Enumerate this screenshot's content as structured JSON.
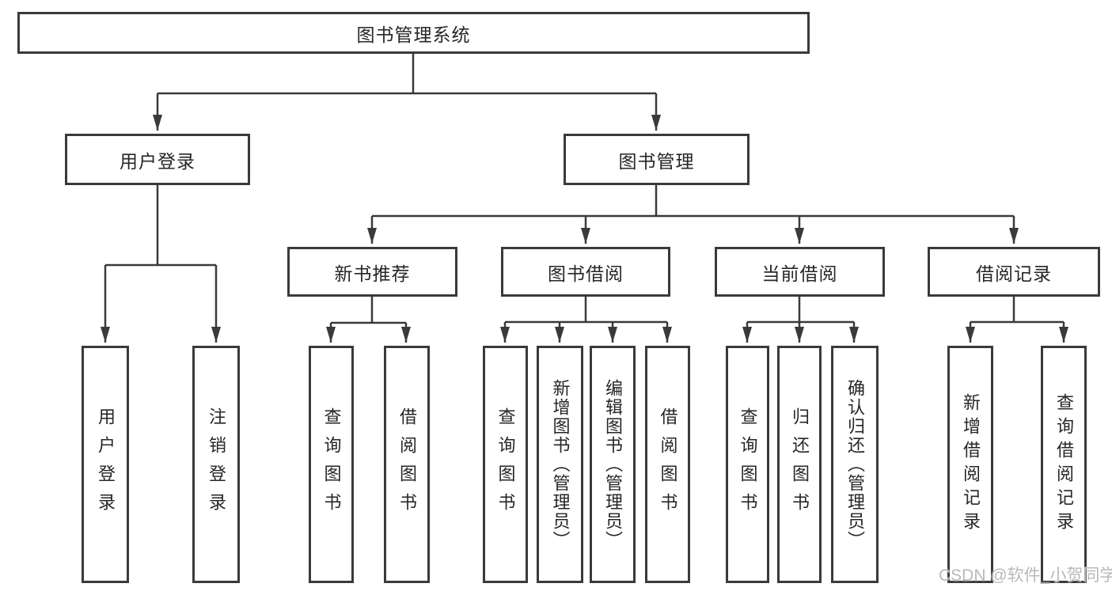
{
  "title": "图书管理系统",
  "watermark": "CSDN @软件_小贺同学",
  "colors": {
    "line": "#3a3a3a",
    "box_border": "#3a3a3a",
    "text": "#262626",
    "watermark": "#b9b9b9",
    "background": "#ffffff"
  },
  "nodes": {
    "root": {
      "label": "图书管理系统"
    },
    "level2": [
      {
        "label": "用户登录"
      },
      {
        "label": "图书管理"
      }
    ],
    "level3": [
      {
        "label": "新书推荐"
      },
      {
        "label": "图书借阅"
      },
      {
        "label": "当前借阅"
      },
      {
        "label": "借阅记录"
      }
    ],
    "leaves": [
      {
        "label": "用户登录"
      },
      {
        "label": "注销登录"
      },
      {
        "label": "查询图书"
      },
      {
        "label": "借阅图书"
      },
      {
        "label": "查询图书"
      },
      {
        "label": "新增图书（管理员）"
      },
      {
        "label": "编辑图书（管理员）"
      },
      {
        "label": "借阅图书"
      },
      {
        "label": "查询图书"
      },
      {
        "label": "归还图书"
      },
      {
        "label": "确认归还（管理员）"
      },
      {
        "label": "新增借阅记录"
      },
      {
        "label": "查询借阅记录"
      }
    ]
  }
}
